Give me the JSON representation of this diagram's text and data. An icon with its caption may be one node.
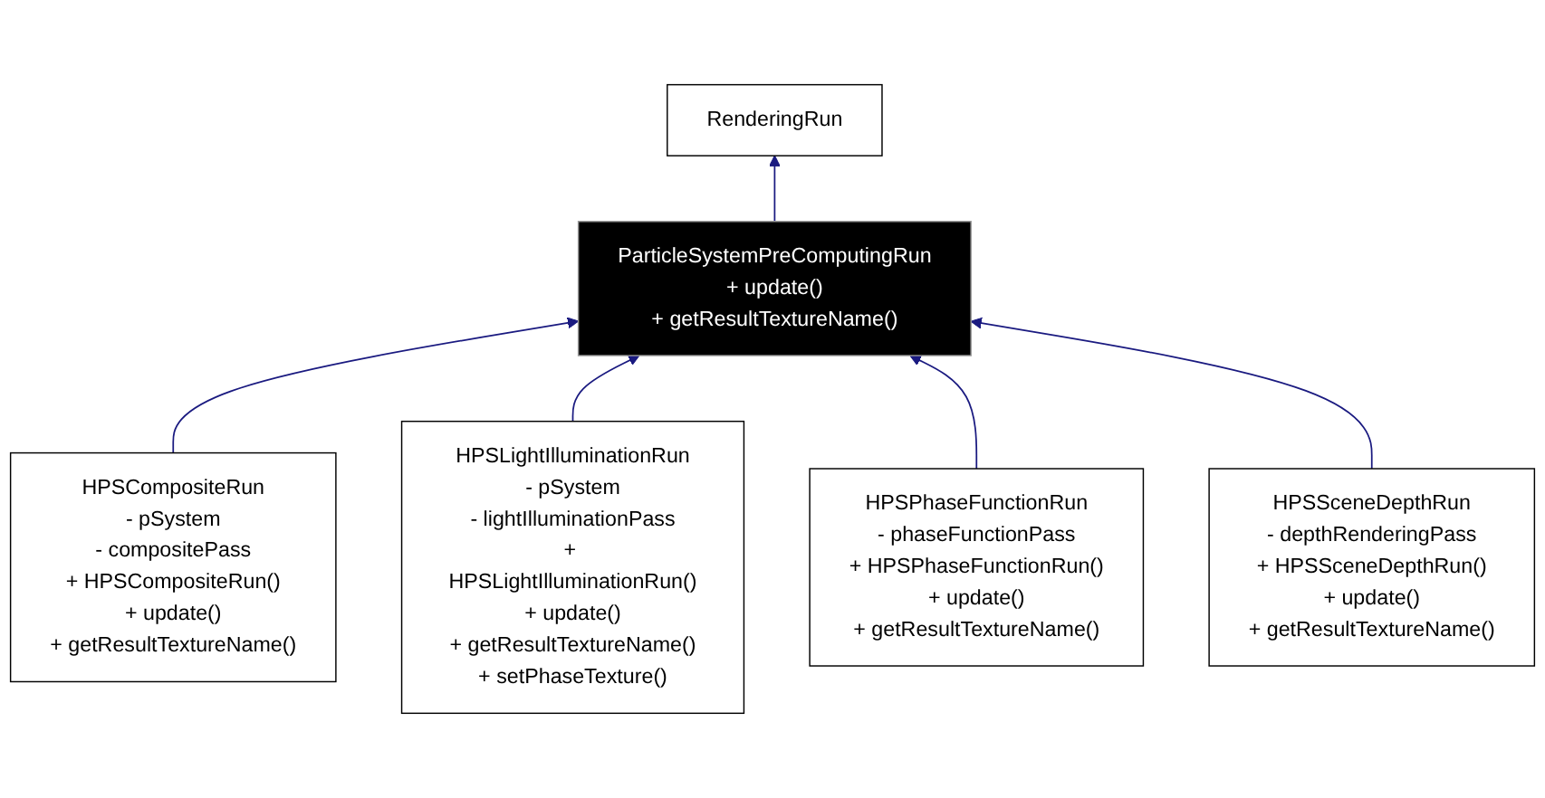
{
  "diagram": {
    "nodes": [
      {
        "text": [
          "RenderingRun"
        ]
      },
      {
        "text": [
          "ParticleSystemPreComputingRun",
          "+ update()",
          "+ getResultTextureName()"
        ]
      },
      {
        "text": [
          "HPSCompositeRun",
          "- pSystem",
          "- compositePass",
          "+ HPSCompositeRun()",
          "+ update()",
          "+ getResultTextureName()"
        ]
      },
      {
        "text": [
          "HPSLightIlluminationRun",
          "- pSystem",
          "- lightIlluminationPass",
          "+ HPSLightIlluminationRun()",
          "+ update()",
          "+ getResultTextureName()",
          "+ setPhaseTexture()"
        ]
      },
      {
        "text": [
          "HPSPhaseFunctionRun",
          "- phaseFunctionPass",
          "+ HPSPhaseFunctionRun()",
          "+ update()",
          "+ getResultTextureName()"
        ]
      },
      {
        "text": [
          "HPSSceneDepthRun",
          "- depthRenderingPass",
          "+ HPSSceneDepthRun()",
          "+ update()",
          "+ getResultTextureName()"
        ]
      }
    ],
    "edges": [
      {
        "from": 1,
        "to": 0,
        "arrow": "to"
      },
      {
        "from": 2,
        "to": 1,
        "arrow": "to"
      },
      {
        "from": 3,
        "to": 1,
        "arrow": "to"
      },
      {
        "from": 4,
        "to": 1,
        "arrow": "to"
      },
      {
        "from": 5,
        "to": 1,
        "arrow": "to"
      }
    ]
  }
}
